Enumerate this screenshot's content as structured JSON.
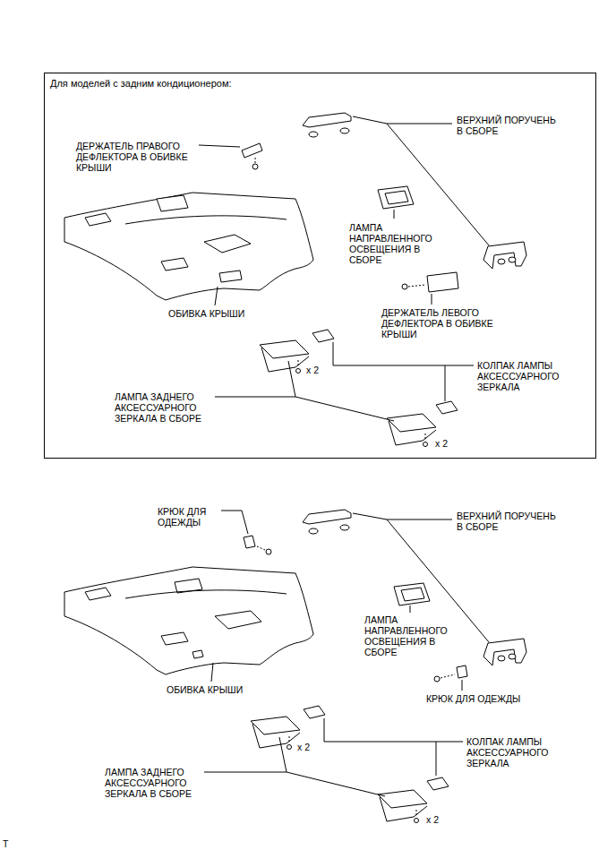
{
  "diagram": {
    "nodes": [
      {
        "text": [
          "Для моделей с задним кондиционером:"
        ]
      }
    ],
    "labels": [
      "ВЕРХНИЙ ПОРУЧЕНЬ В СБОРЕ",
      "ДЕРЖАТЕЛЬ ПРАВОГО ДЕФЛЕКТОРА В ОБИВКЕ КРЫШИ",
      "ЛАМПА НАПРАВЛЕННОГО ОСВЕЩЕНИЯ В СБОРЕ",
      "ОБИВКА КРЫШИ",
      "ДЕРЖАТЕЛЬ ЛЕВОГО ДЕФЛЕКТОРА В ОБИВКЕ КРЫШИ",
      "x 2",
      "КОЛПАК ЛАМПЫ АКСЕССУАРНОГО ЗЕРКАЛА",
      "ЛАМПА ЗАДНЕГО АКСЕССУАРНОГО ЗЕРКАЛА В СБОРЕ",
      "x 2",
      "КРЮК ДЛЯ ОДЕЖДЫ",
      "ВЕРХНИЙ ПОРУЧЕНЬ В СБОРЕ",
      "ЛАМПА НАПРАВЛЕННОГО ОСВЕЩЕНИЯ В СБОРЕ",
      "ОБИВКА КРЫШИ",
      "КРЮК ДЛЯ ОДЕЖДЫ",
      "x 2",
      "КОЛПАК ЛАМПЫ АКСЕССУАРНОГО ЗЕРКАЛА",
      "ЛАМПА ЗАДНЕГО АКСЕССУАРНОГО ЗЕРКАЛА В СБОРЕ",
      "x 2",
      "T"
    ]
  }
}
